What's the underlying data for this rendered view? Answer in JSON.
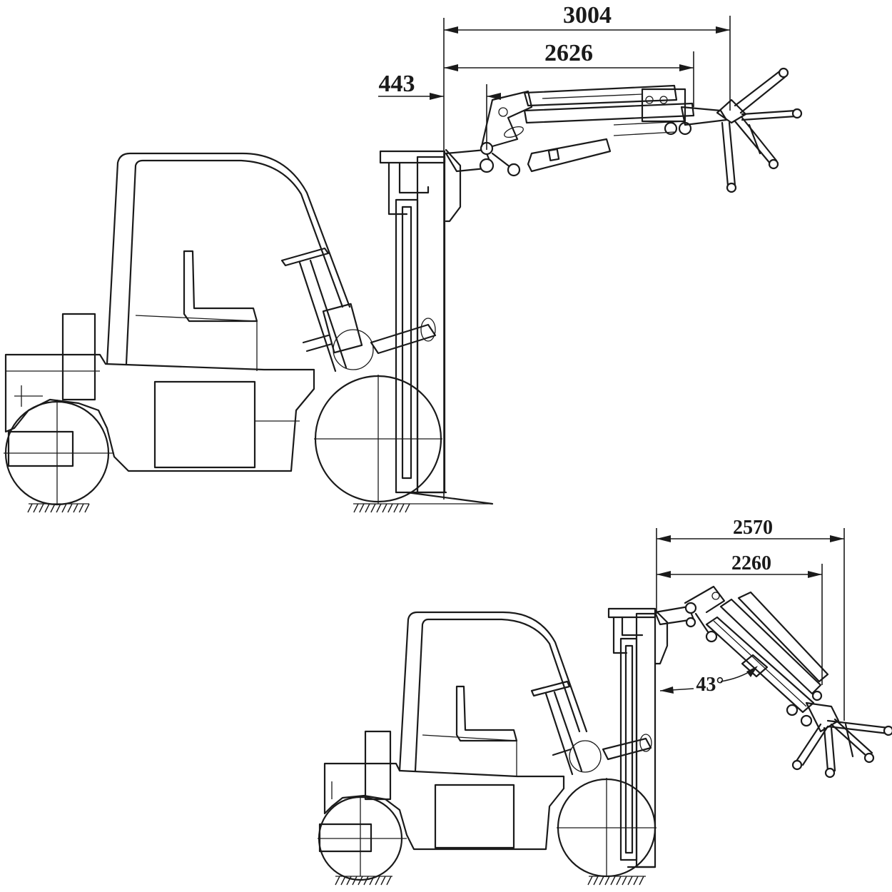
{
  "top_view": {
    "dim_overall": "3004",
    "dim_reach": "2626",
    "dim_offset": "443"
  },
  "bottom_view": {
    "dim_overall": "2570",
    "dim_reach": "2260",
    "tilt_angle": "43°"
  }
}
